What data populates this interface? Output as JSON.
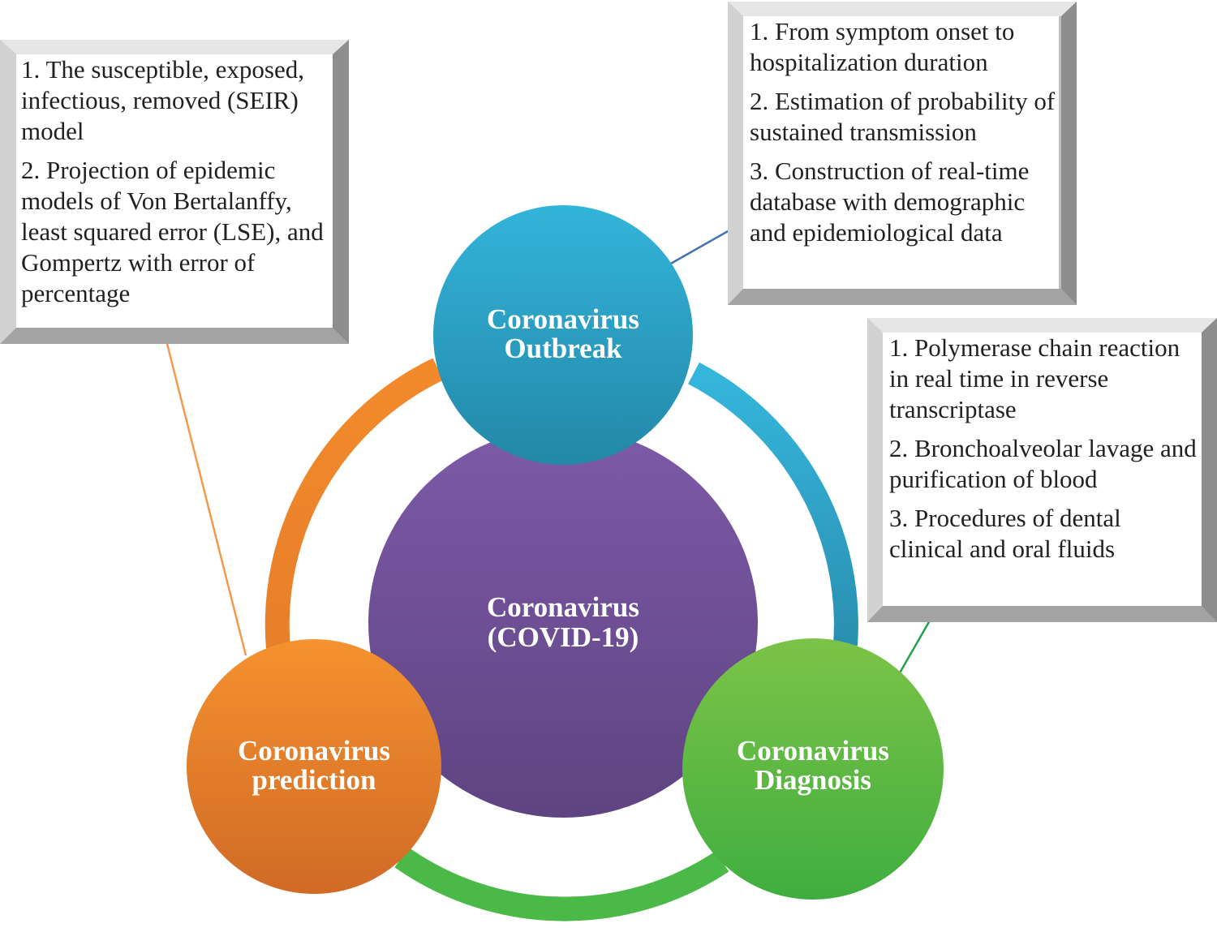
{
  "center": {
    "line1": "Coronavirus",
    "line2": "(COVID-19)"
  },
  "nodes": {
    "outbreak": {
      "line1": "Coronavirus",
      "line2": "Outbreak",
      "color": "#2aa2c8"
    },
    "prediction": {
      "line1": "Coronavirus",
      "line2": "prediction",
      "color": "#f08a2c"
    },
    "diagnosis": {
      "line1": "Coronavirus",
      "line2": "Diagnosis",
      "color": "#5cb845"
    }
  },
  "center_color": "#6b4c93",
  "boxes": {
    "prediction": [
      "1. The susceptible, exposed, infectious, removed (SEIR) model",
      "2. Projection of epidemic models of Von Bertalanffy, least squared error (LSE), and Gompertz with error of percentage"
    ],
    "outbreak": [
      "1. From symptom onset to hospitalization duration",
      "2. Estimation of probability of sustained transmission",
      "3. Construction of real-time database with demographic and epidemiological data"
    ],
    "diagnosis": [
      "1. Polymerase chain reaction in real time in reverse transcriptase",
      "2. Bronchoalveolar lavage and purification of blood",
      "3. Procedures of dental clinical and oral fluids"
    ]
  }
}
